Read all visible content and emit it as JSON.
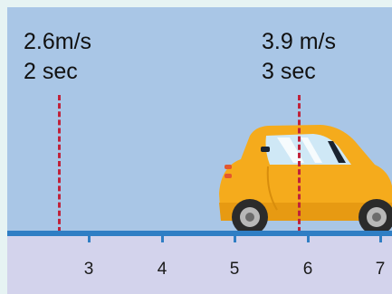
{
  "readings": [
    {
      "speed": "2.6m/s",
      "time": "2 sec"
    },
    {
      "speed": "3.9 m/s",
      "time": "3 sec"
    }
  ],
  "axis": {
    "ticks": [
      "3",
      "4",
      "5",
      "6",
      "7"
    ]
  },
  "colors": {
    "sky": "#a9c6e6",
    "ground": "#d3d3ec",
    "road": "#2f7ec4",
    "marker": "#c0223a",
    "car_body": "#f5ab1c"
  },
  "icons": {
    "vehicle": "car-icon"
  }
}
